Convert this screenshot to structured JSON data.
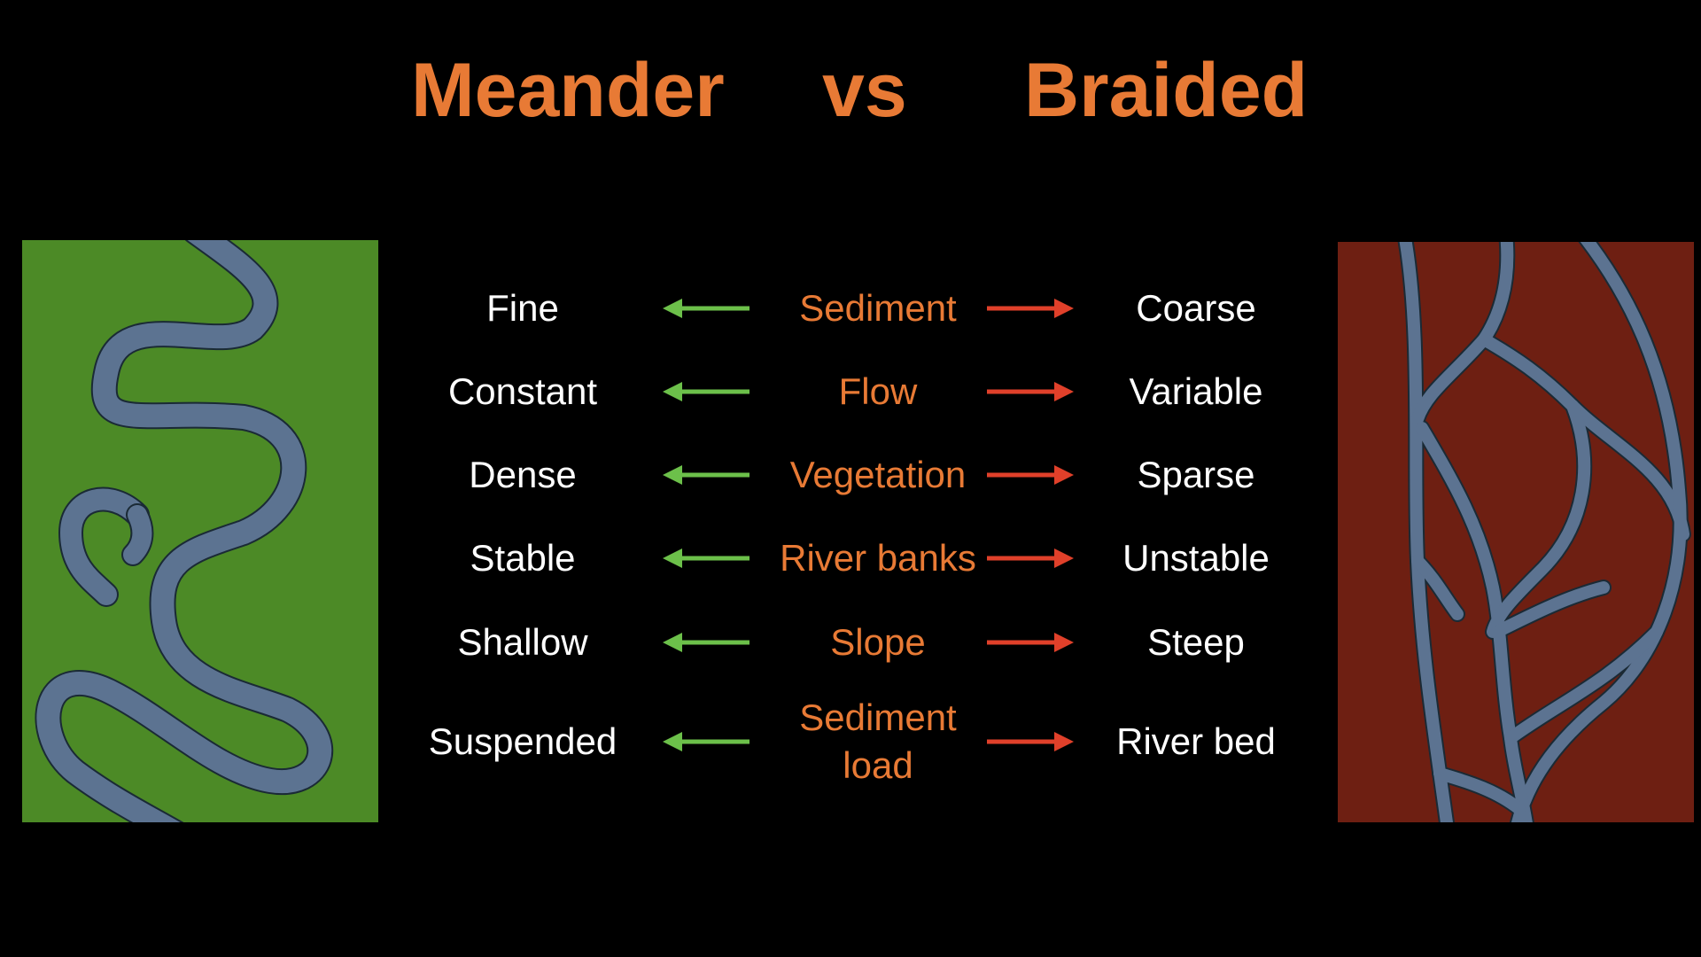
{
  "title": {
    "left": "Meander",
    "middle": "vs",
    "right": "Braided"
  },
  "colors": {
    "title": "#E87A35",
    "factor": "#E87A35",
    "meander_arrow": "#6CC04A",
    "braided_arrow": "#E0402A",
    "meander_land": "#4C8A26",
    "braided_land": "#6E1F12",
    "water": "#5C7391",
    "text": "#FFFFFF",
    "background": "#000000"
  },
  "rows": [
    {
      "meander": "Fine",
      "factor": "Sediment",
      "braided": "Coarse"
    },
    {
      "meander": "Constant",
      "factor": "Flow",
      "braided": "Variable"
    },
    {
      "meander": "Dense",
      "factor": "Vegetation",
      "braided": "Sparse"
    },
    {
      "meander": "Stable",
      "factor": "River banks",
      "braided": "Unstable"
    },
    {
      "meander": "Shallow",
      "factor": "Slope",
      "braided": "Steep"
    },
    {
      "meander": "Suspended",
      "factor": "Sediment\nload",
      "braided": "River bed"
    }
  ]
}
